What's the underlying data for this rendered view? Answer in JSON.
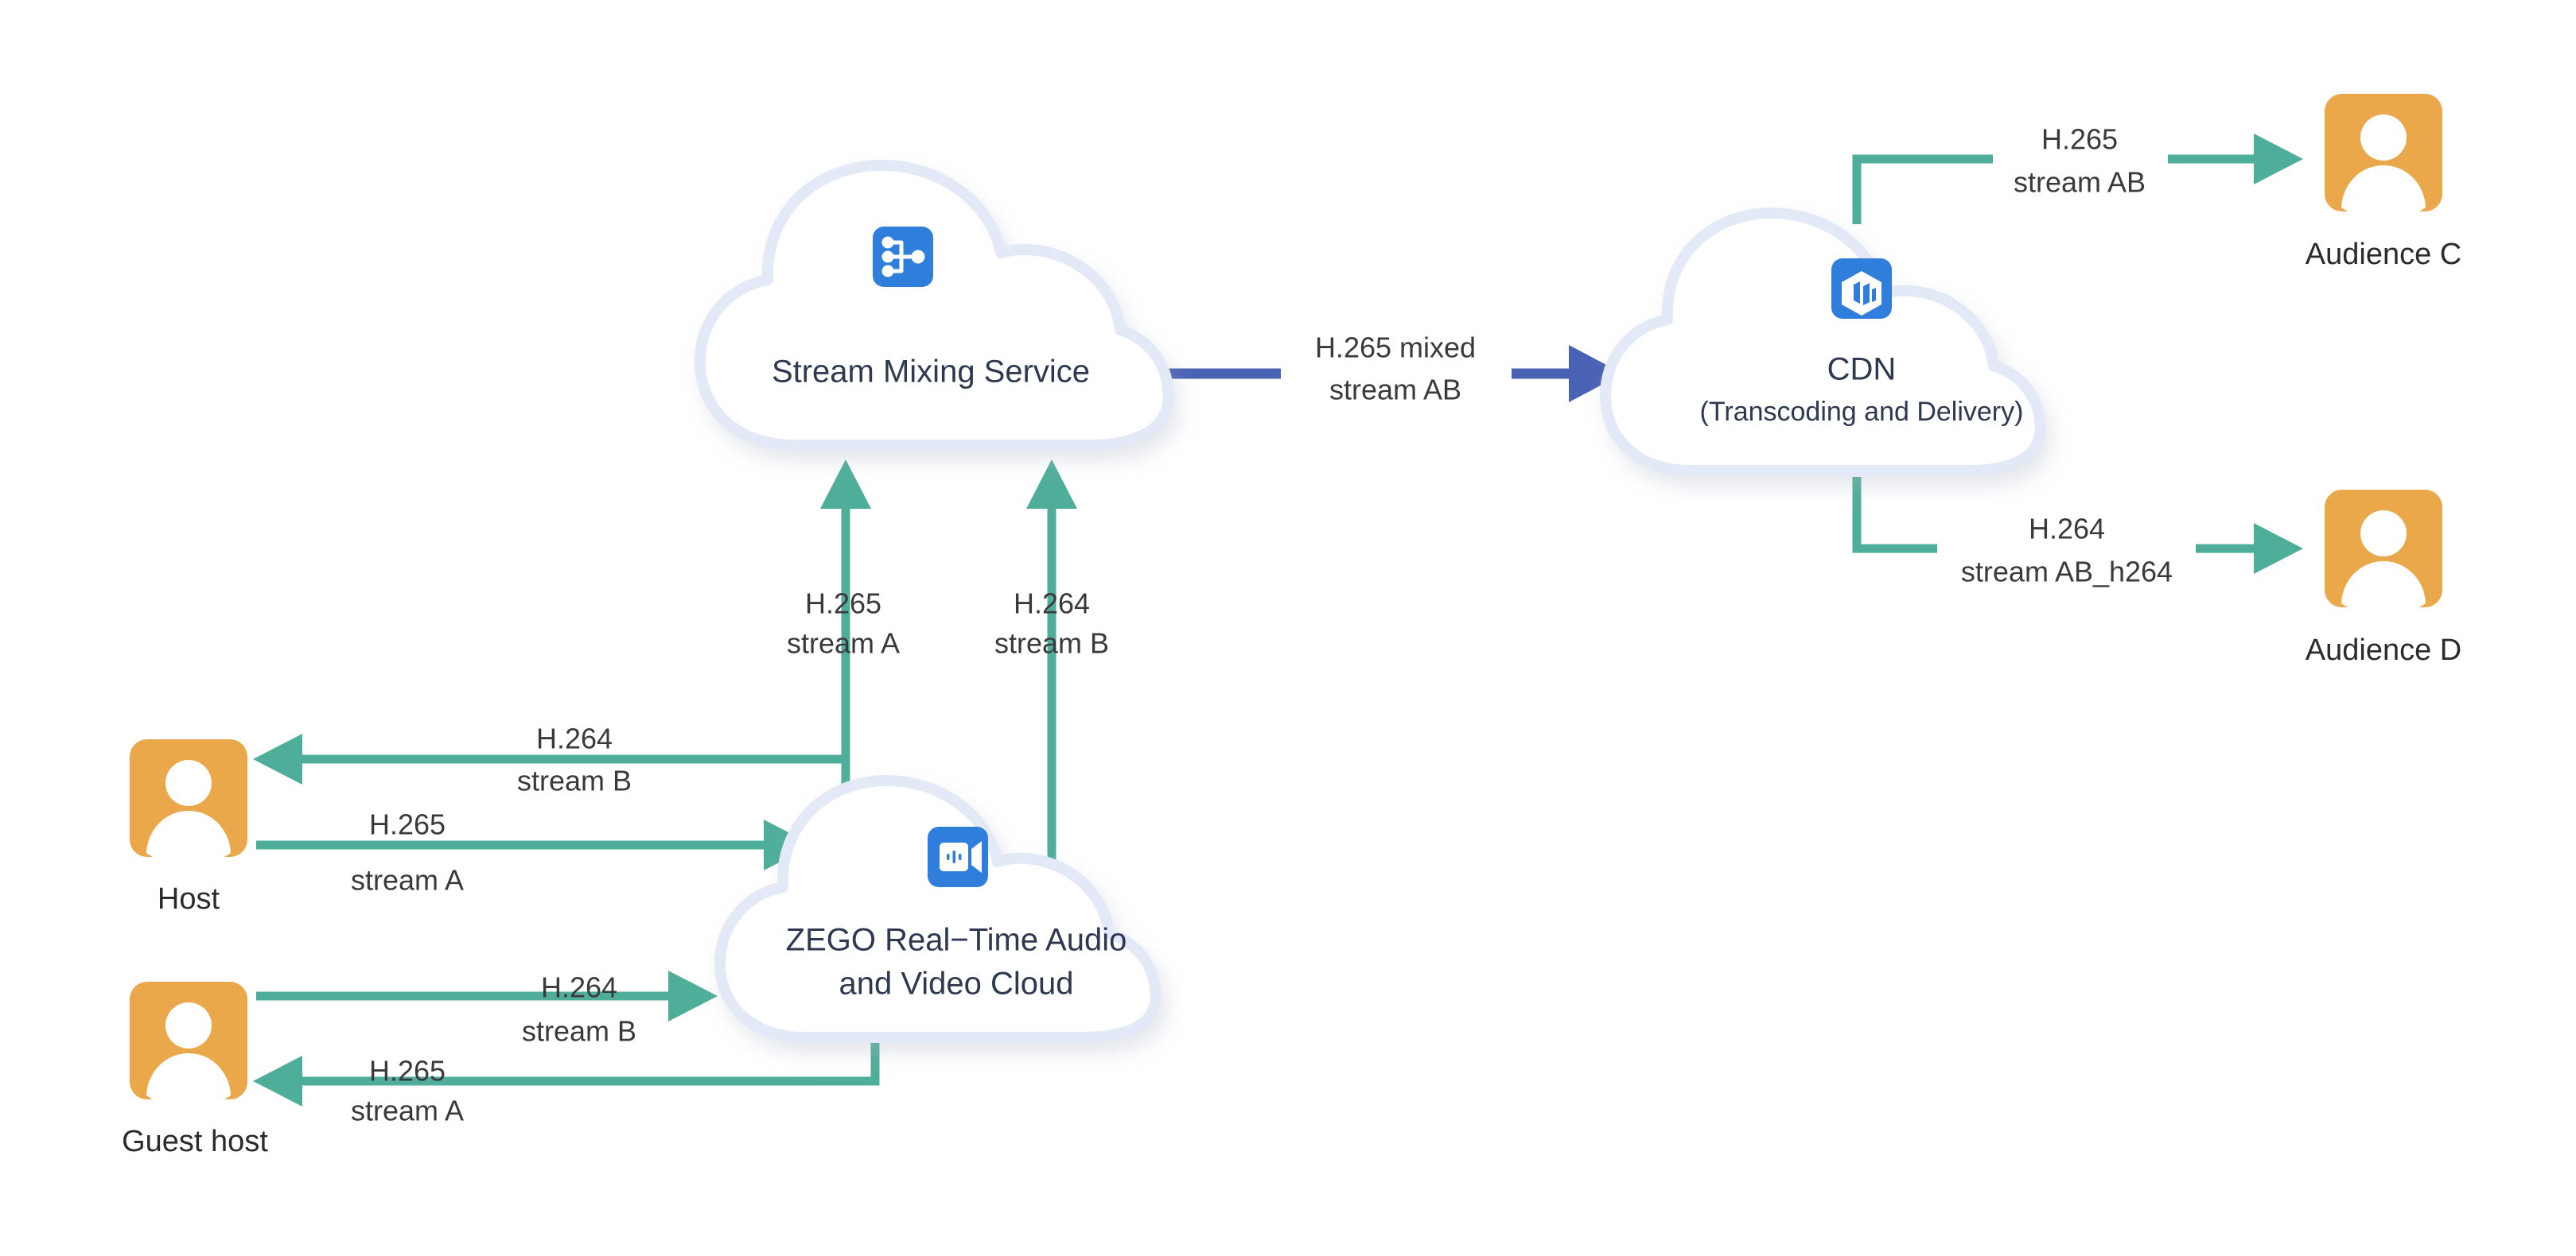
{
  "diagram": {
    "title": "ZEGO stream mixing and CDN delivery with H.265/H.264 transcoding",
    "background_color": "#ffffff",
    "colors": {
      "teal_flow": "#4fae9a",
      "blue_flow": "#4a62b4",
      "user_tile": "#eaa84a",
      "icon_tile": "#2f7edb",
      "cloud_border": "#e4e9f8",
      "cloud_fill": "#ffffff",
      "cloud_text": "#2e3951",
      "edge_text": "#3a3a3a",
      "node_text": "#2b2b2b"
    }
  },
  "clouds": {
    "stream_mixing": {
      "label": "Stream Mixing Service",
      "icon": "stream-mixing-icon"
    },
    "cdn": {
      "label": "CDN",
      "sublabel": "(Transcoding and Delivery)",
      "icon": "cdn-cube-icon"
    },
    "zego": {
      "label_line1": "ZEGO Real−Time Audio",
      "label_line2": "and Video Cloud",
      "icon": "video-camera-icon"
    }
  },
  "nodes": [
    {
      "id": "host",
      "label": "Host",
      "icon": "user-icon"
    },
    {
      "id": "guest_host",
      "label": "Guest host",
      "icon": "user-icon"
    },
    {
      "id": "audience_c",
      "label": "Audience C",
      "icon": "user-icon"
    },
    {
      "id": "audience_d",
      "label": "Audience D",
      "icon": "user-icon"
    }
  ],
  "edges": [
    {
      "id": "host_publish",
      "line1": "H.265",
      "line2": "stream A",
      "from": "host",
      "to": "zego",
      "color": "teal"
    },
    {
      "id": "host_receive",
      "line1": "H.264",
      "line2": "stream B",
      "from": "zego",
      "to": "host",
      "color": "teal"
    },
    {
      "id": "guest_publish",
      "line1": "H.264",
      "line2": "stream B",
      "from": "guest_host",
      "to": "zego",
      "color": "teal"
    },
    {
      "id": "guest_receive",
      "line1": "H.265",
      "line2": "stream A",
      "from": "zego",
      "to": "guest_host",
      "color": "teal"
    },
    {
      "id": "mix_input_a",
      "line1": "H.265",
      "line2": "stream A",
      "from": "zego",
      "to": "stream_mixing",
      "color": "teal"
    },
    {
      "id": "mix_input_b",
      "line1": "H.264",
      "line2": "stream B",
      "from": "zego",
      "to": "stream_mixing",
      "color": "teal"
    },
    {
      "id": "mixed_to_cdn",
      "line1": "H.265 mixed",
      "line2": "stream AB",
      "from": "stream_mixing",
      "to": "cdn",
      "color": "blue"
    },
    {
      "id": "cdn_to_audience_c",
      "line1": "H.265",
      "line2": "stream AB",
      "from": "cdn",
      "to": "audience_c",
      "color": "teal"
    },
    {
      "id": "cdn_to_audience_d",
      "line1": "H.264",
      "line2": "stream AB_h264",
      "from": "cdn",
      "to": "audience_d",
      "color": "teal"
    }
  ]
}
